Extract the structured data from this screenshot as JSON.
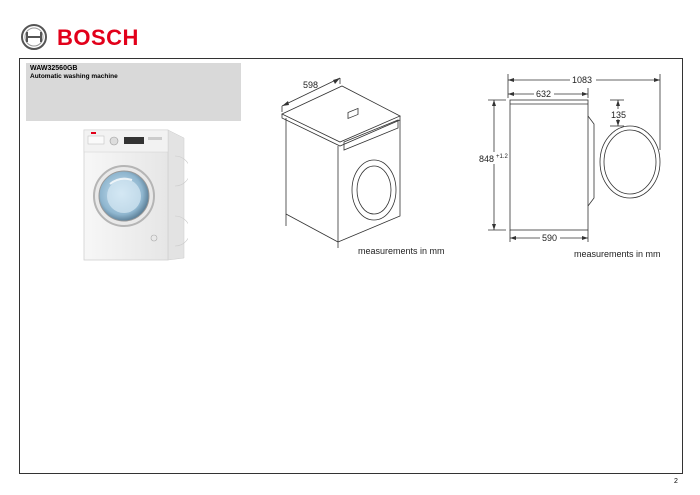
{
  "brand": {
    "name": "BOSCH",
    "color": "#e2001a"
  },
  "product": {
    "model": "WAW32560GB",
    "description": "Automatic washing machine"
  },
  "diagram_front": {
    "width_label": "598",
    "caption": "measurements in mm"
  },
  "diagram_side": {
    "total_depth_label": "1083",
    "body_depth_label": "632",
    "door_offset_label": "135",
    "height_label": "848",
    "height_note": "+1.2",
    "base_depth_label": "590",
    "caption": "measurements in mm"
  },
  "page": {
    "number": "2"
  }
}
